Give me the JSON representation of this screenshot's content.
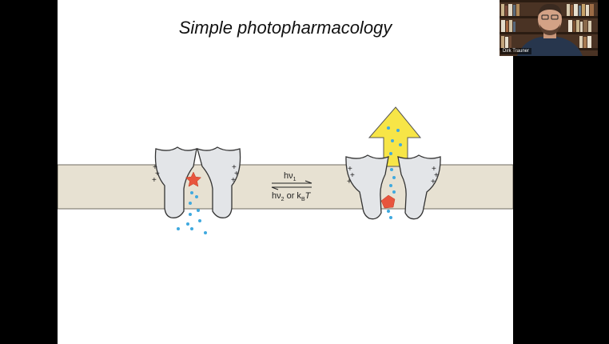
{
  "slide": {
    "title": "Simple photopharmacology",
    "arrow_forward_label": "hν",
    "arrow_forward_sub": "1",
    "arrow_back_label_a": "hν",
    "arrow_back_label_sub": "2",
    "arrow_back_label_or": " or k",
    "arrow_back_label_b_sub": "B",
    "arrow_back_label_c": "T",
    "plus_sign": "+",
    "colors": {
      "membrane": "#e7e1d2",
      "channel": "#e3e5e8",
      "ligand": "#e8553d",
      "ion": "#3fa9df",
      "flux_arrow": "#f7e547"
    }
  },
  "video_tile": {
    "participant_name": "Dirk Trauner",
    "icons": [
      "person-silhouette",
      "bookshelf"
    ]
  }
}
